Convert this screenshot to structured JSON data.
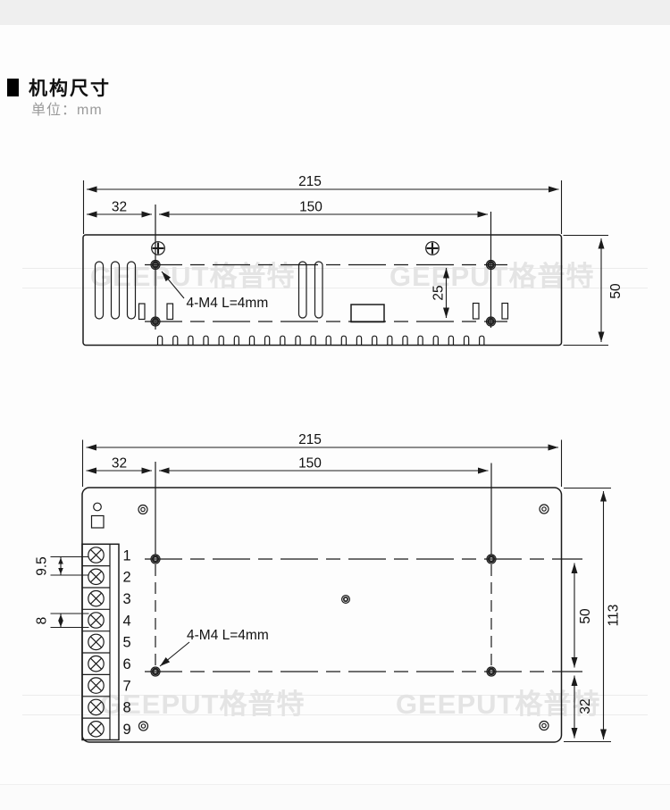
{
  "header": {
    "title": "机构尺寸",
    "unit_label": "单位：mm"
  },
  "watermark": {
    "text": "GEEPUT格普特",
    "color": "#e4e4e4"
  },
  "colors": {
    "line": "#1b1b1b",
    "top_bar": "#efefef",
    "muted_text": "#9a9a9a",
    "background": "#fdfdfd"
  },
  "top_view": {
    "dims": {
      "overall_width": "215",
      "hole_offset_left": "32",
      "hole_spacing_h": "150",
      "hole_spacing_v": "25",
      "overall_height": "50"
    },
    "mounting_label": "4-M4 L=4mm"
  },
  "bottom_view": {
    "dims": {
      "overall_width": "215",
      "hole_offset_left": "32",
      "hole_spacing_h": "150",
      "terminal_pitch_large": "9.5",
      "terminal_pitch_small": "8",
      "hole_spacing_v": "50",
      "overall_height": "113",
      "hole_offset_bottom": "32"
    },
    "mounting_label": "4-M4 L=4mm",
    "terminals": [
      "1",
      "2",
      "3",
      "4",
      "5",
      "6",
      "7",
      "8",
      "9"
    ]
  }
}
